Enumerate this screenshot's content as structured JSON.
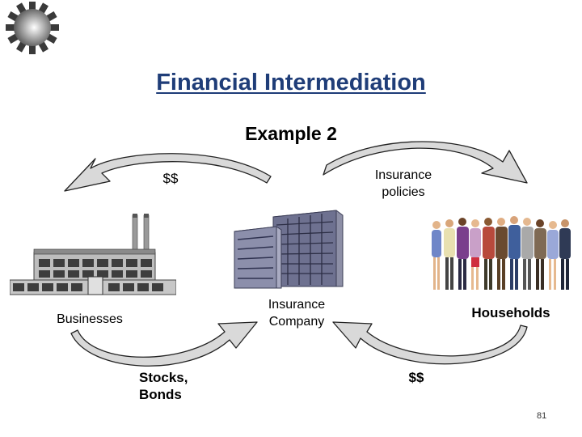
{
  "slide": {
    "title": "Financial Intermediation",
    "subtitle": "Example 2",
    "page_number": "81"
  },
  "labels": {
    "top_left_flow": "$$",
    "top_right_flow_line1": "Insurance",
    "top_right_flow_line2": "policies",
    "businesses": "Businesses",
    "insurance_company_line1": "Insurance",
    "insurance_company_line2": "Company",
    "households": "Households",
    "bottom_left_flow_line1": "Stocks,",
    "bottom_left_flow_line2": "Bonds",
    "bottom_right_flow": "$$"
  },
  "icons": {
    "gear": "gear-icon",
    "factory": "factory-icon",
    "building": "office-building-icon",
    "people": "people-group-icon"
  },
  "colors": {
    "title": "#1f3d78",
    "arrow_fill": "#d9d9d9",
    "arrow_stroke": "#222222"
  }
}
